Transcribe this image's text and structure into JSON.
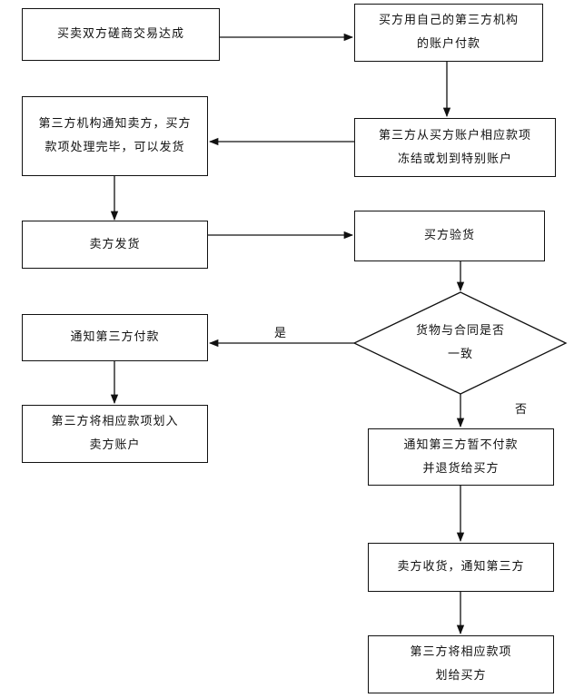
{
  "flow": {
    "n1": "买卖双方磋商交易达成",
    "n2": "买方用自己的第三方机构\n的账户付款",
    "n3": "第三方从买方账户相应款项\n冻结或划到特别账户",
    "n4": "第三方机构通知卖方，买方\n款项处理完毕，可以发货",
    "n5": "卖方发货",
    "n6": "买方验货",
    "decision": "货物与合同是否\n一致",
    "yes_label": "是",
    "no_label": "否",
    "n7": "通知第三方付款",
    "n8": "第三方将相应款项划入\n卖方账户",
    "n9": "通知第三方暂不付款\n并退货给买方",
    "n10": "卖方收货，通知第三方",
    "n11": "第三方将相应款项\n划给买方"
  }
}
